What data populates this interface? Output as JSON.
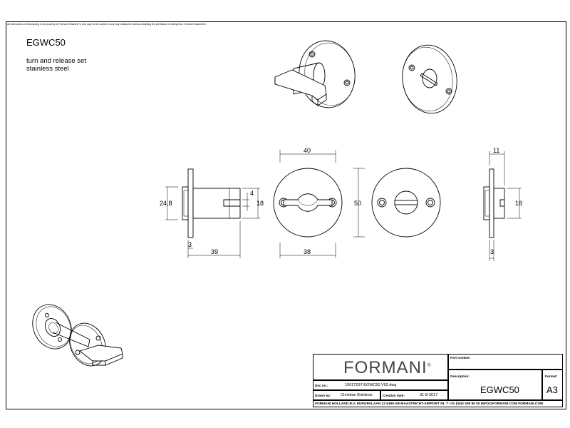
{
  "sheet": {
    "disclaimer": "All information on this drawing is the property of Formani Holland B.V. and may not be copied, in any way whatsoever without obtaining the permission in writing from Formani Holland B.V."
  },
  "product": {
    "code": "EGWC50",
    "desc_line1": "turn and release set",
    "desc_line2": "stainless steel"
  },
  "dimensions": {
    "side_height": "24,8",
    "slot": "4",
    "spindle_left": "18",
    "flange_thick_left": "3",
    "length": "39",
    "rose_width": "40",
    "hole_spacing": "38",
    "rose_height": "50",
    "release_depth": "11",
    "spindle_right": "18",
    "flange_thick_right": "3"
  },
  "title_block": {
    "logo": "FORMANI",
    "logo_mark": "®",
    "part_number_label": "Part number:",
    "description_label": "Description:",
    "description_value": "EGWC50",
    "format_label": "Format:",
    "format_value": "A3",
    "doc_no_label": "Doc no.:",
    "doc_no_value": "1501T037 EGWC50  V02.dwg",
    "drawn_by_label": "Drawn by:",
    "drawn_by_value": "Christian Brimbois",
    "creation_date_label": "Creation date:",
    "creation_date_value": "31-8-2017",
    "footer": "FORMANI HOLLAND B.V.  EUROPALAAN 12  6199 AB MAASTRICHT-AIRPORT NL  T +31 (0)43 308 90 00 INFO@FORMANI.COM FORMANI.COM"
  }
}
